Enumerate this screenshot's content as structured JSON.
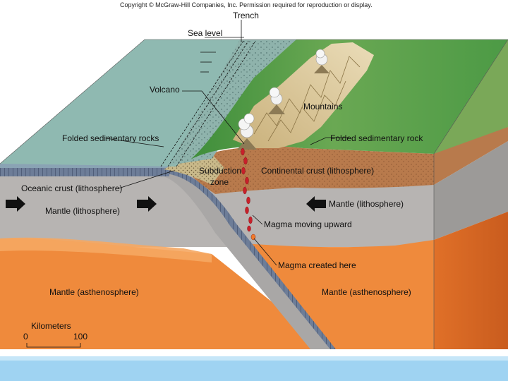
{
  "copyright": "Copyright © McGraw-Hill Companies, Inc. Permission required for reproduction or display.",
  "labels": {
    "trench": "Trench",
    "sea_level": "Sea level",
    "volcano": "Volcano",
    "mountains": "Mountains",
    "folded_sedimentary_rocks": "Folded sedimentary rocks",
    "folded_sedimentary_rock": "Folded sedimentary rock",
    "subduction_zone_line1": "Subduction",
    "subduction_zone_line2": "zone",
    "continental_crust": "Continental crust (lithosphere)",
    "oceanic_crust": "Oceanic crust (lithosphere)",
    "mantle_lithosphere_left": "Mantle (lithosphere)",
    "mantle_lithosphere_right": "Mantle (lithosphere)",
    "magma_moving_upward": "Magma moving upward",
    "magma_created_here": "Magma created here",
    "mantle_asthenosphere_left": "Mantle (asthenosphere)",
    "mantle_asthenosphere_right": "Mantle (asthenosphere)"
  },
  "scale_bar": {
    "title": "Kilometers",
    "min": "0",
    "max": "100"
  },
  "colors": {
    "ocean_top": "#8fb9b1",
    "ocean_front": "#6f9fa6",
    "land_green": "#4f9a45",
    "mountain_tan": "#d6c08e",
    "continental_crust": "#b87a4c",
    "mantle_lithosphere": "#b7b4b2",
    "asthenosphere": "#ef8a3c",
    "oceanic_crust_plate": "#5c6e88",
    "magma": "#c8202a",
    "bottom_band": "#9fd3f2"
  },
  "icons": [
    "arrow-right-icon",
    "arrow-left-icon",
    "volcano-plume-icon"
  ]
}
